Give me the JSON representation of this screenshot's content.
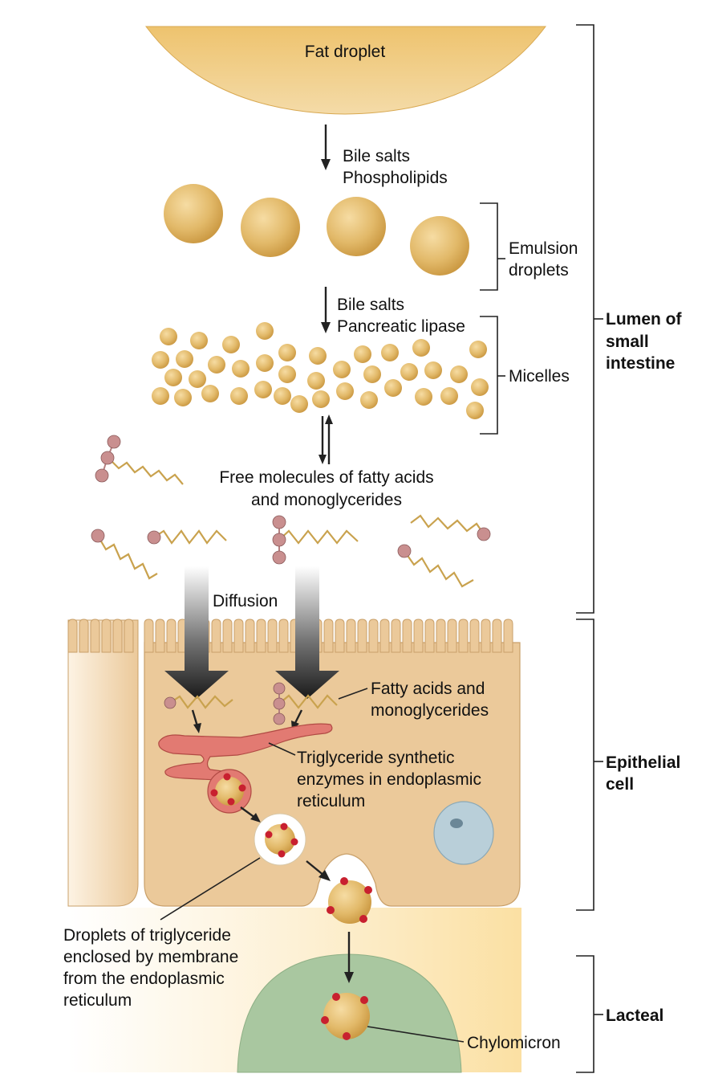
{
  "labels": {
    "fat_droplet": "Fat droplet",
    "step1_a": "Bile salts",
    "step1_b": "Phospholipids",
    "emulsion_a": "Emulsion",
    "emulsion_b": "droplets",
    "step2_a": "Bile salts",
    "step2_b": "Pancreatic lipase",
    "micelles": "Micelles",
    "free_a": "Free molecules of fatty acids",
    "free_b": "and monoglycerides",
    "diffusion": "Diffusion",
    "fa_a": "Fatty acids and",
    "fa_b": "monoglycerides",
    "tg_a": "Triglyceride synthetic",
    "tg_b": "enzymes in endoplasmic",
    "tg_c": "reticulum",
    "drop_a": "Droplets of triglyceride",
    "drop_b": "enclosed by membrane",
    "drop_c": "from the endoplasmic",
    "drop_d": "reticulum",
    "chylomicron": "Chylomicron"
  },
  "regions": {
    "lumen_a": "Lumen of",
    "lumen_b": "small",
    "lumen_c": "intestine",
    "epi_a": "Epithelial",
    "epi_b": "cell",
    "lacteal": "Lacteal"
  },
  "colors": {
    "fat": "#e2b969",
    "fat_dark": "#c99a45",
    "cell": "#ebc99a",
    "cell_edge": "#c9a06a",
    "lacteal": "#a9c7a0",
    "er": "#e27a72",
    "er_edge": "#b14a44",
    "nucleus": "#b9cfd9",
    "protein": "#c8202f"
  }
}
